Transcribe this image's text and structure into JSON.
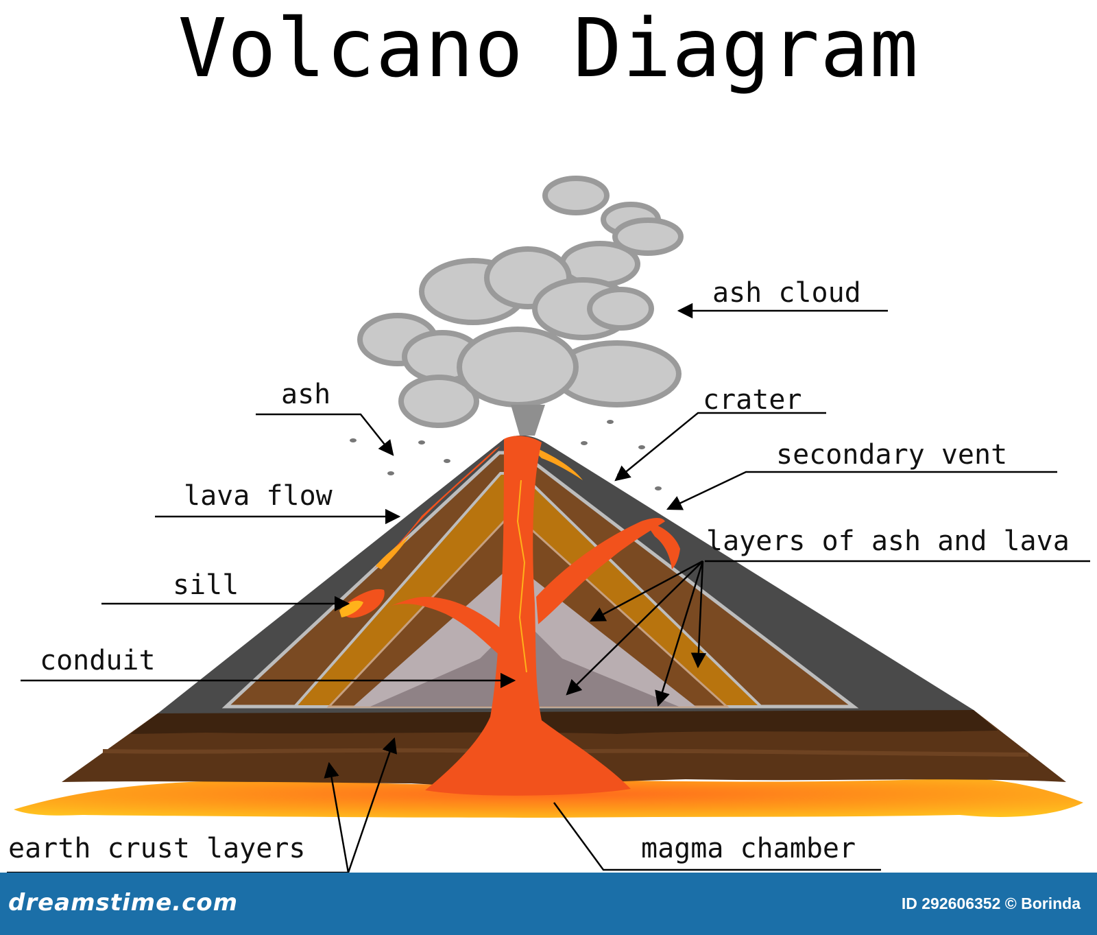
{
  "title": "Volcano Diagram",
  "labels": {
    "ash_cloud": "ash cloud",
    "ash": "ash",
    "crater": "crater",
    "secondary_vent": "secondary vent",
    "lava_flow": "lava flow",
    "layers": "layers of ash and lava",
    "sill": "sill",
    "conduit": "conduit",
    "earth_crust_layers": "earth crust layers",
    "magma_chamber": "magma chamber"
  },
  "footer": {
    "brand": "dreamstime.com",
    "id_text": "ID 292606352 © Borinda"
  },
  "colors": {
    "lava": "#f2521c",
    "magma_glow": "#ffb21a",
    "rock_dark": "#4a4a4a",
    "crust_brown": "#5a3417",
    "ash_gray": "#c9c9c9",
    "footer_blue": "#1b6fa8"
  }
}
